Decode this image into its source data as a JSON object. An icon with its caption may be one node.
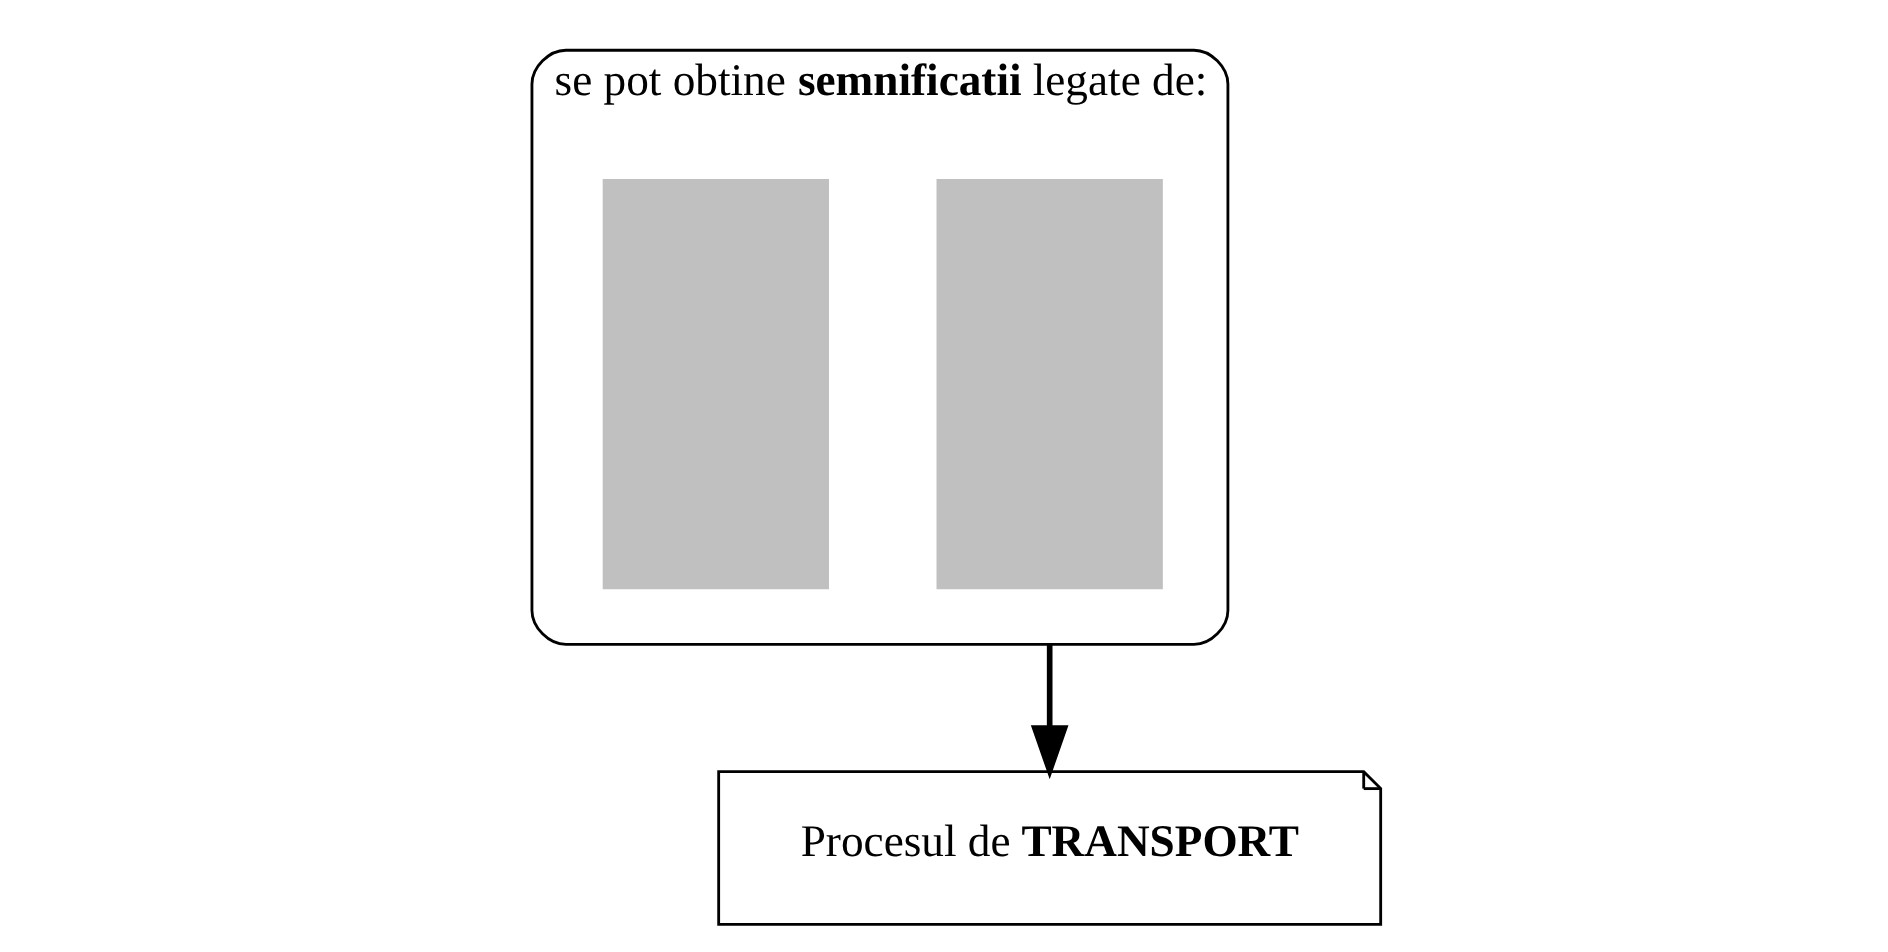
{
  "diagram": {
    "nodes": [
      {
        "text": [
          "se pot obtine **semnificatii** legate de:"
        ]
      },
      {
        "text": [],
        "shape": "box",
        "in": 0
      },
      {
        "text": [],
        "shape": "box",
        "in": 0
      },
      {
        "text": [
          "Procesul de **TRANSPORT**"
        ]
      }
    ],
    "edges": [
      {
        "from": 0,
        "to": 3,
        "arrow": "to"
      }
    ]
  }
}
